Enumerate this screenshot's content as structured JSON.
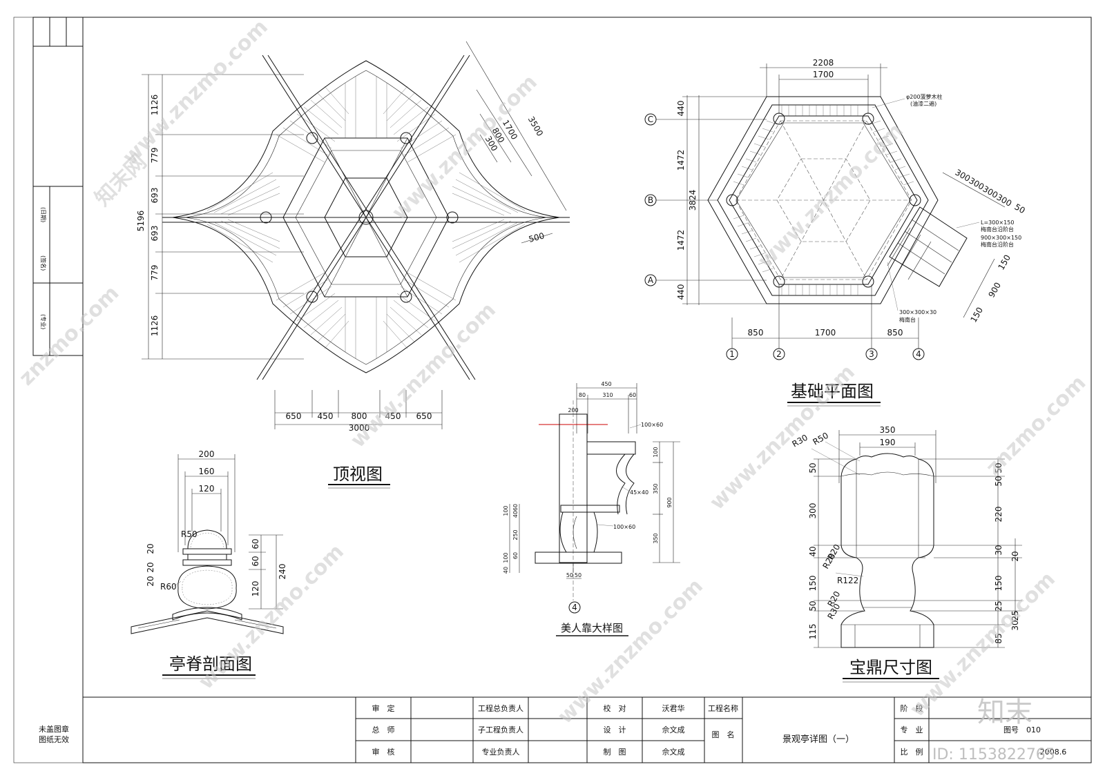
{
  "drawings": {
    "top_view": {
      "title": "顶视图",
      "dims_left": [
        "5196",
        "1126",
        "779",
        "693",
        "693",
        "779",
        "1126"
      ],
      "dims_bottom": [
        "650",
        "450",
        "800",
        "450",
        "650",
        "3000"
      ],
      "dims_diag": [
        "3500",
        "1700",
        "800",
        "300",
        "500"
      ]
    },
    "foundation_plan": {
      "title": "基础平面图",
      "dims_top": [
        "2208",
        "1700"
      ],
      "dims_left": [
        "440",
        "1472",
        "3824",
        "1472",
        "440"
      ],
      "dims_bottom": [
        "850",
        "1700",
        "850"
      ],
      "axes_rows": [
        "C",
        "B",
        "A"
      ],
      "axes_cols": [
        "1",
        "2",
        "3",
        "4"
      ],
      "step_dims": [
        "300",
        "300",
        "300",
        "300",
        "50",
        "150",
        "900",
        "150"
      ],
      "notes": [
        "φ200菠萝木柱",
        "(油漆二遍)",
        "L=300×150",
        "梅南台沿阶台",
        "900×300×150",
        "梅南台沿阶台",
        "300×300×30",
        "梅南台"
      ]
    },
    "ridge_section": {
      "title": "亭脊剖面图",
      "dims_top": [
        "200",
        "160",
        "120"
      ],
      "dims_right": [
        "60",
        "60",
        "120",
        "240"
      ],
      "dims_left": [
        "20",
        "20",
        "20"
      ],
      "radii": [
        "R50",
        "R60"
      ]
    },
    "bench_detail": {
      "title": "美人靠大样图",
      "dims_top": [
        "450",
        "80",
        "310",
        "60",
        "200"
      ],
      "notes": [
        "100×60",
        "45×40",
        "100×60"
      ],
      "dims_right": [
        "100",
        "350",
        "350",
        "900"
      ],
      "dims_left": [
        "100",
        "60",
        "40",
        "250",
        "100",
        "60",
        "40"
      ],
      "dims_bottom": [
        "50",
        "50"
      ],
      "axis": "4"
    },
    "finial": {
      "title": "宝鼎尺寸图",
      "dims_top": [
        "350",
        "190"
      ],
      "radii": [
        "R30",
        "R50",
        "R20",
        "R122",
        "R20",
        "R30",
        "R20"
      ],
      "dims_left": [
        "50",
        "300",
        "40",
        "150",
        "50",
        "115"
      ],
      "dims_right": [
        "50",
        "50",
        "220",
        "30",
        "20",
        "150",
        "25",
        "25",
        "30",
        "85"
      ]
    }
  },
  "side_strip": {
    "items": [
      "(日期)",
      "(签名)",
      "(专业)"
    ]
  },
  "title_block": {
    "stamp_note": [
      "未盖图章",
      "图纸无效"
    ],
    "rows": [
      [
        "审　定",
        "",
        "工程总负责人",
        "",
        "校　对",
        "沃君华",
        "工程名称",
        ""
      ],
      [
        "总　师",
        "",
        "子工程负责人",
        "",
        "设　计",
        "佘文成",
        "图　名",
        "景观亭详图（一）"
      ],
      [
        "审　核",
        "",
        "专业负责人",
        "",
        "制　图",
        "佘文成",
        "",
        ""
      ]
    ],
    "right_labels": [
      "阶　段",
      "专　业",
      "比　例"
    ],
    "right_values": [
      "",
      "图号　010",
      "2008.6"
    ]
  },
  "watermark": {
    "site": "znzmo.com",
    "site_www": "www.znzmo.com",
    "brand": "知末网",
    "logo": "知末",
    "id": "ID: 1153822765"
  }
}
